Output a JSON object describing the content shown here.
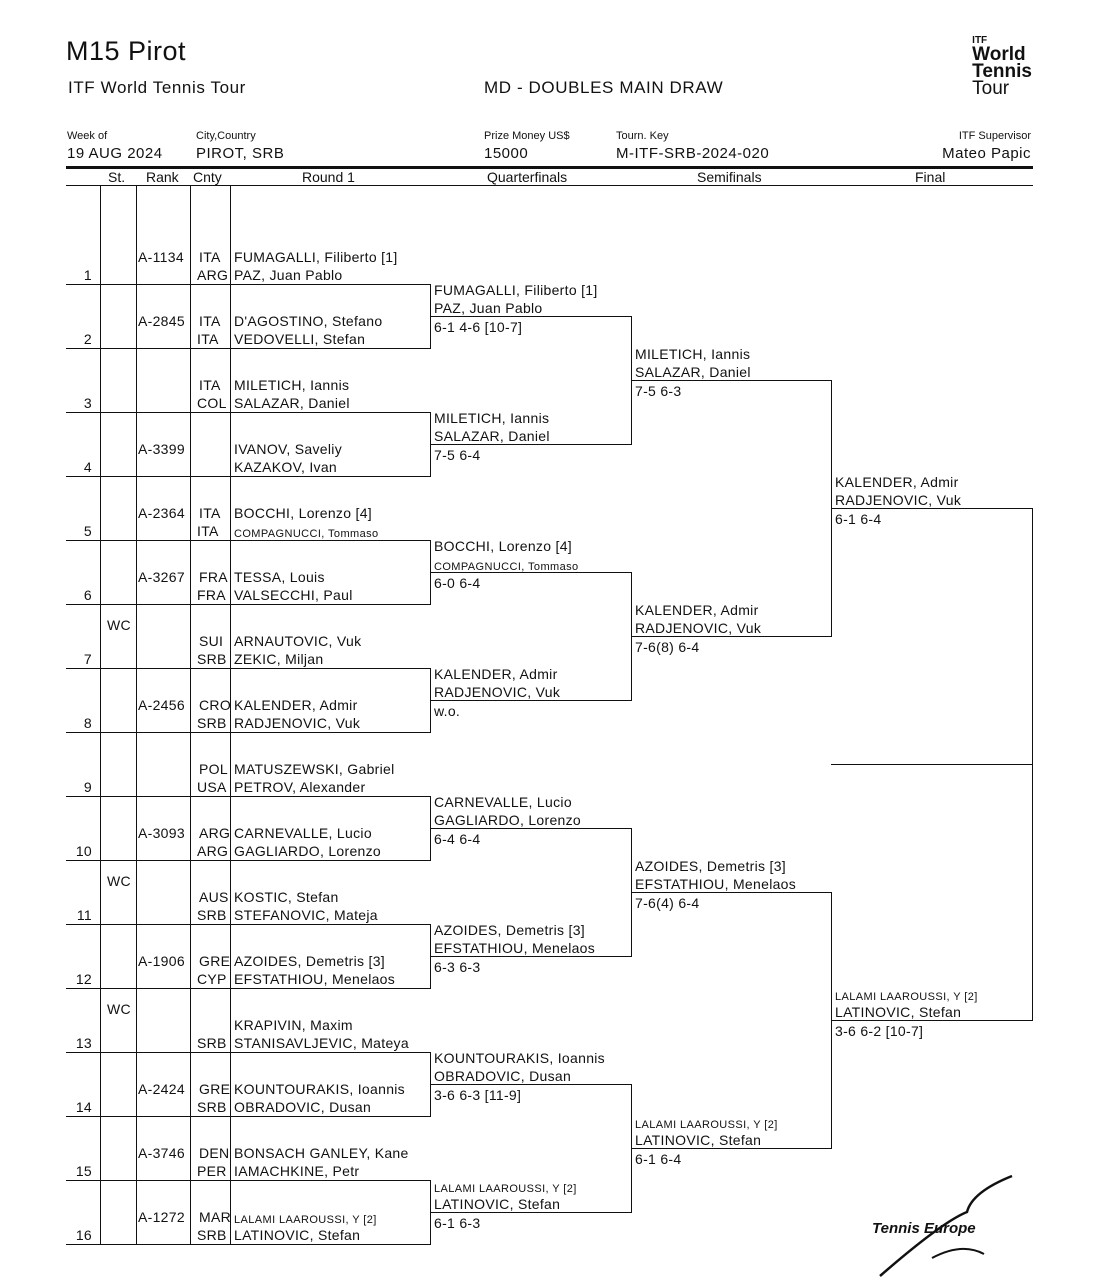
{
  "header": {
    "title": "M15 Pirot",
    "tour": "ITF World Tennis Tour",
    "draw": "MD - DOUBLES MAIN DRAW",
    "week_label": "Week of",
    "week": "19 AUG 2024",
    "city_label": "City,Country",
    "city": "PIROT, SRB",
    "prize_label": "Prize Money US$",
    "prize": "15000",
    "key_label": "Tourn. Key",
    "key": "M-ITF-SRB-2024-020",
    "sup_label": "ITF Supervisor",
    "supervisor": "Mateo Papic"
  },
  "logo": {
    "itf": "ITF",
    "line1": "World",
    "line2": "Tennis",
    "line3": "Tour",
    "partner": "Tennis Europe"
  },
  "columns": {
    "st": "St.",
    "rank": "Rank",
    "cnty": "Cnty",
    "r1": "Round 1",
    "qf": "Quarterfinals",
    "sf": "Semifinals",
    "final": "Final"
  },
  "entries": [
    {
      "n": "1",
      "st": "",
      "rank": "A-1134",
      "c1": "ITA",
      "c2": "ARG",
      "p1": "FUMAGALLI, Filiberto [1]",
      "p2": "PAZ, Juan Pablo"
    },
    {
      "n": "2",
      "st": "",
      "rank": "A-2845",
      "c1": "ITA",
      "c2": "ITA",
      "p1": "D'AGOSTINO, Stefano",
      "p2": "VEDOVELLI, Stefan"
    },
    {
      "n": "3",
      "st": "",
      "rank": "",
      "c1": "ITA",
      "c2": "COL",
      "p1": "MILETICH, Iannis",
      "p2": "SALAZAR, Daniel"
    },
    {
      "n": "4",
      "st": "",
      "rank": "A-3399",
      "c1": "",
      "c2": "",
      "p1": "IVANOV, Saveliy",
      "p2": "KAZAKOV, Ivan"
    },
    {
      "n": "5",
      "st": "",
      "rank": "A-2364",
      "c1": "ITA",
      "c2": "ITA",
      "p1": "BOCCHI, Lorenzo [4]",
      "p2": "COMPAGNUCCI, Tommaso"
    },
    {
      "n": "6",
      "st": "",
      "rank": "A-3267",
      "c1": "FRA",
      "c2": "FRA",
      "p1": "TESSA, Louis",
      "p2": "VALSECCHI, Paul"
    },
    {
      "n": "7",
      "st": "WC",
      "rank": "",
      "c1": "SUI",
      "c2": "SRB",
      "p1": "ARNAUTOVIC, Vuk",
      "p2": "ZEKIC, Miljan"
    },
    {
      "n": "8",
      "st": "",
      "rank": "A-2456",
      "c1": "CRO",
      "c2": "SRB",
      "p1": "KALENDER, Admir",
      "p2": "RADJENOVIC, Vuk"
    },
    {
      "n": "9",
      "st": "",
      "rank": "",
      "c1": "POL",
      "c2": "USA",
      "p1": "MATUSZEWSKI, Gabriel",
      "p2": "PETROV, Alexander"
    },
    {
      "n": "10",
      "st": "",
      "rank": "A-3093",
      "c1": "ARG",
      "c2": "ARG",
      "p1": "CARNEVALLE, Lucio",
      "p2": "GAGLIARDO, Lorenzo"
    },
    {
      "n": "11",
      "st": "WC",
      "rank": "",
      "c1": "AUS",
      "c2": "SRB",
      "p1": "KOSTIC, Stefan",
      "p2": "STEFANOVIC, Mateja"
    },
    {
      "n": "12",
      "st": "",
      "rank": "A-1906",
      "c1": "GRE",
      "c2": "CYP",
      "p1": "AZOIDES, Demetris [3]",
      "p2": "EFSTATHIOU, Menelaos"
    },
    {
      "n": "13",
      "st": "WC",
      "rank": "",
      "c1": "",
      "c2": "SRB",
      "p1": "KRAPIVIN, Maxim",
      "p2": "STANISAVLJEVIC, Mateya"
    },
    {
      "n": "14",
      "st": "",
      "rank": "A-2424",
      "c1": "GRE",
      "c2": "SRB",
      "p1": "KOUNTOURAKIS, Ioannis",
      "p2": "OBRADOVIC, Dusan"
    },
    {
      "n": "15",
      "st": "",
      "rank": "A-3746",
      "c1": "DEN",
      "c2": "PER",
      "p1": "BONSACH GANLEY, Kane",
      "p2": "IAMACHKINE, Petr"
    },
    {
      "n": "16",
      "st": "",
      "rank": "A-1272",
      "c1": "MAR",
      "c2": "SRB",
      "p1": "LALAMI LAAROUSSI, Y [2]",
      "p2": "LATINOVIC, Stefan"
    }
  ],
  "qf": [
    {
      "p1": "FUMAGALLI, Filiberto [1]",
      "p2": "PAZ, Juan Pablo",
      "score": "6-1 4-6 [10-7]"
    },
    {
      "p1": "MILETICH, Iannis",
      "p2": "SALAZAR, Daniel",
      "score": "7-5 6-4"
    },
    {
      "p1": "BOCCHI, Lorenzo [4]",
      "p2": "COMPAGNUCCI, Tommaso",
      "score": "6-0 6-4"
    },
    {
      "p1": "KALENDER, Admir",
      "p2": "RADJENOVIC, Vuk",
      "score": "w.o."
    },
    {
      "p1": "CARNEVALLE, Lucio",
      "p2": "GAGLIARDO, Lorenzo",
      "score": "6-4 6-4"
    },
    {
      "p1": "AZOIDES, Demetris [3]",
      "p2": "EFSTATHIOU, Menelaos",
      "score": "6-3 6-3"
    },
    {
      "p1": "KOUNTOURAKIS, Ioannis",
      "p2": "OBRADOVIC, Dusan",
      "score": "3-6 6-3 [11-9]"
    },
    {
      "p1": "LALAMI LAAROUSSI, Y [2]",
      "p2": "LATINOVIC, Stefan",
      "score": "6-1 6-3"
    }
  ],
  "sf": [
    {
      "p1": "MILETICH, Iannis",
      "p2": "SALAZAR, Daniel",
      "score": "7-5 6-3"
    },
    {
      "p1": "KALENDER, Admir",
      "p2": "RADJENOVIC, Vuk",
      "score": "7-6(8) 6-4"
    },
    {
      "p1": "AZOIDES, Demetris [3]",
      "p2": "EFSTATHIOU, Menelaos",
      "score": "7-6(4) 6-4"
    },
    {
      "p1": "LALAMI LAAROUSSI, Y [2]",
      "p2": "LATINOVIC, Stefan",
      "score": "6-1 6-4"
    }
  ],
  "final": [
    {
      "p1": "KALENDER, Admir",
      "p2": "RADJENOVIC, Vuk",
      "score": "6-1 6-4"
    },
    {
      "p1": "LALAMI LAAROUSSI, Y [2]",
      "p2": "LATINOVIC, Stefan",
      "score": "3-6 6-2 [10-7]"
    }
  ]
}
